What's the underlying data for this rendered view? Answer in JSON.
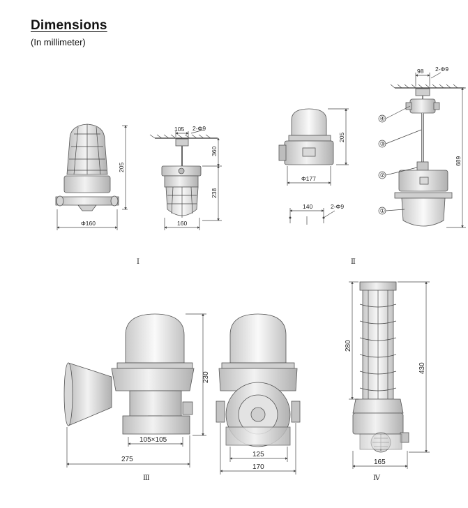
{
  "header": {
    "title": "Dimensions",
    "subtitle": "(In millimeter)"
  },
  "figure_I": {
    "label": "Ⅰ",
    "lamp_a": {
      "height": "205",
      "width": "Φ160"
    },
    "lamp_b": {
      "spacing": "105",
      "holes": "2-Φ9",
      "drop": "360",
      "body_height": "238",
      "width": "160"
    }
  },
  "figure_II": {
    "label": "Ⅱ",
    "lamp_a": {
      "height": "205",
      "width": "Φ177",
      "spacing": "140",
      "holes": "2-Φ9"
    },
    "lamp_b": {
      "spacing": "98",
      "holes": "2-Φ9",
      "total_height": "689",
      "parts": [
        "④",
        "③",
        "②",
        "①"
      ]
    }
  },
  "figure_III": {
    "label": "Ⅲ",
    "height": "230",
    "base": "105×105",
    "total_length": "275",
    "inner_width": "125",
    "outer_width": "170"
  },
  "figure_IV": {
    "label": "Ⅳ",
    "cage_height": "280",
    "total_height": "430",
    "width": "165"
  },
  "colors": {
    "line": "#444444",
    "fill_body": "#e4e4e4",
    "fill_globe": "#ededed"
  }
}
